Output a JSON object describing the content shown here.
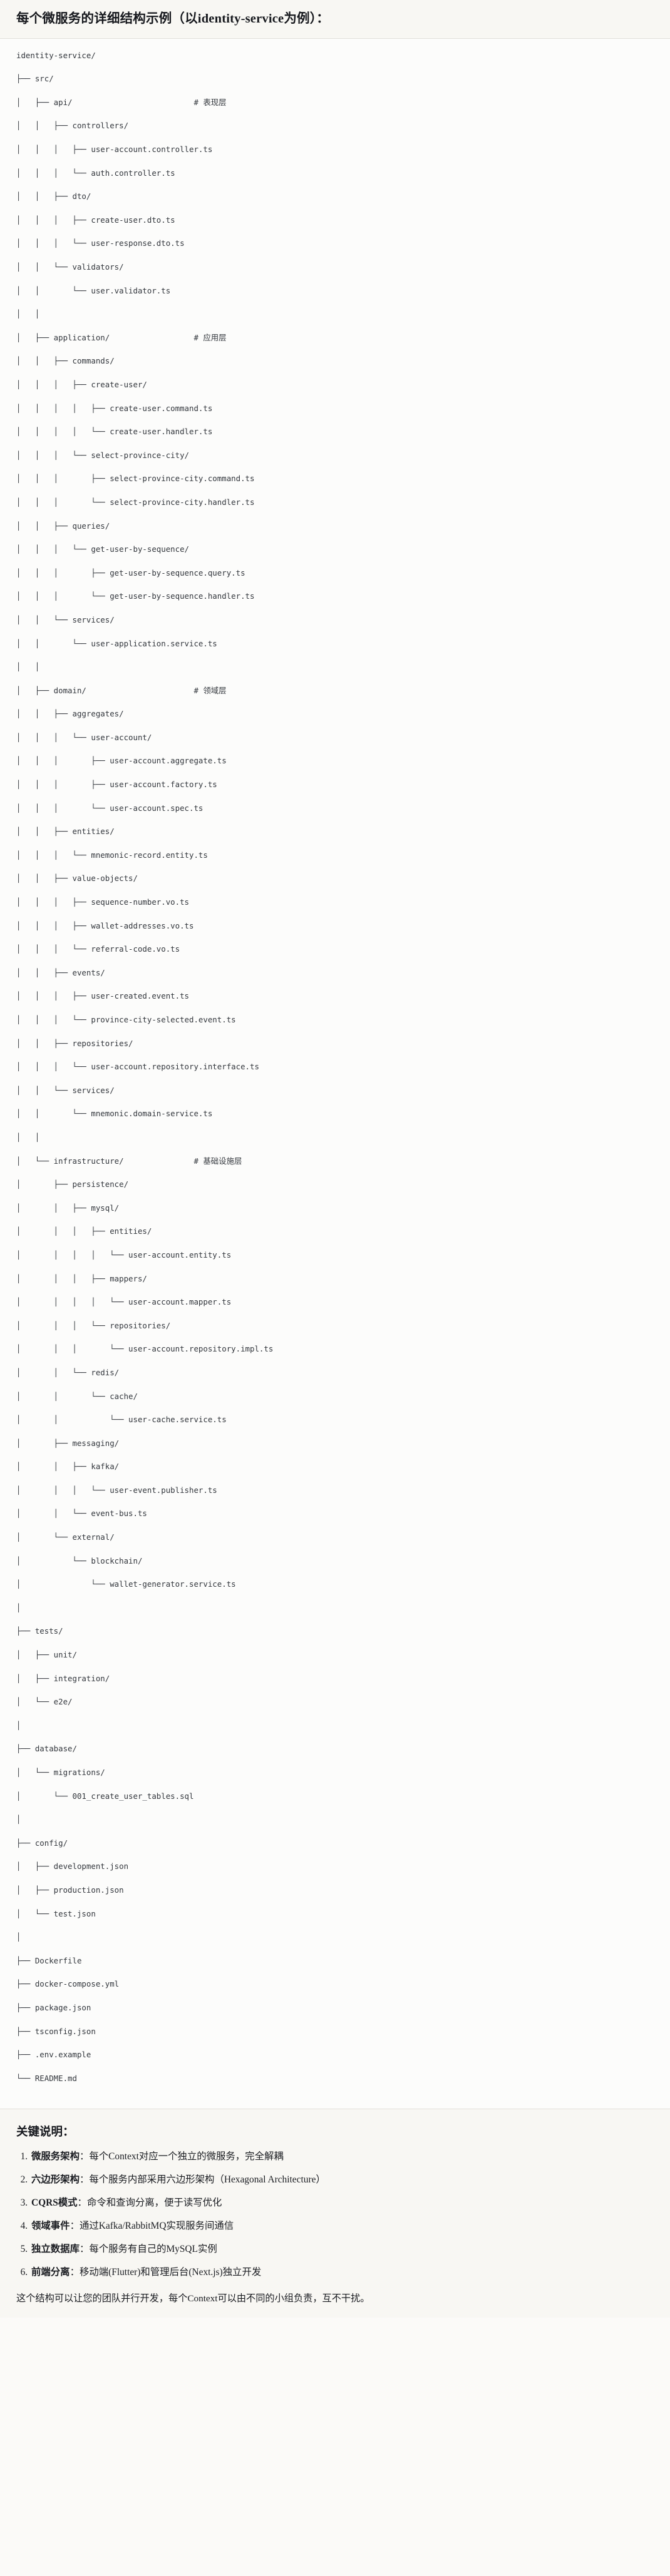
{
  "header": {
    "title": "每个微服务的详细结构示例（以identity-service为例）："
  },
  "tree": {
    "root": "identity-service/",
    "lines": [
      "identity-service/",
      "├── src/",
      "│   ├── api/                          # 表现层",
      "│   │   ├── controllers/",
      "│   │   │   ├── user-account.controller.ts",
      "│   │   │   └── auth.controller.ts",
      "│   │   ├── dto/",
      "│   │   │   ├── create-user.dto.ts",
      "│   │   │   └── user-response.dto.ts",
      "│   │   └── validators/",
      "│   │       └── user.validator.ts",
      "│   │",
      "│   ├── application/                  # 应用层",
      "│   │   ├── commands/",
      "│   │   │   ├── create-user/",
      "│   │   │   │   ├── create-user.command.ts",
      "│   │   │   │   └── create-user.handler.ts",
      "│   │   │   └── select-province-city/",
      "│   │   │       ├── select-province-city.command.ts",
      "│   │   │       └── select-province-city.handler.ts",
      "│   │   ├── queries/",
      "│   │   │   └── get-user-by-sequence/",
      "│   │   │       ├── get-user-by-sequence.query.ts",
      "│   │   │       └── get-user-by-sequence.handler.ts",
      "│   │   └── services/",
      "│   │       └── user-application.service.ts",
      "│   │",
      "│   ├── domain/                       # 领域层",
      "│   │   ├── aggregates/",
      "│   │   │   └── user-account/",
      "│   │   │       ├── user-account.aggregate.ts",
      "│   │   │       ├── user-account.factory.ts",
      "│   │   │       └── user-account.spec.ts",
      "│   │   ├── entities/",
      "│   │   │   └── mnemonic-record.entity.ts",
      "│   │   ├── value-objects/",
      "│   │   │   ├── sequence-number.vo.ts",
      "│   │   │   ├── wallet-addresses.vo.ts",
      "│   │   │   └── referral-code.vo.ts",
      "│   │   ├── events/",
      "│   │   │   ├── user-created.event.ts",
      "│   │   │   └── province-city-selected.event.ts",
      "│   │   ├── repositories/",
      "│   │   │   └── user-account.repository.interface.ts",
      "│   │   └── services/",
      "│   │       └── mnemonic.domain-service.ts",
      "│   │",
      "│   └── infrastructure/               # 基础设施层",
      "│       ├── persistence/",
      "│       │   ├── mysql/",
      "│       │   │   ├── entities/",
      "│       │   │   │   └── user-account.entity.ts",
      "│       │   │   ├── mappers/",
      "│       │   │   │   └── user-account.mapper.ts",
      "│       │   │   └── repositories/",
      "│       │   │       └── user-account.repository.impl.ts",
      "│       │   └── redis/",
      "│       │       └── cache/",
      "│       │           └── user-cache.service.ts",
      "│       ├── messaging/",
      "│       │   ├── kafka/",
      "│       │   │   └── user-event.publisher.ts",
      "│       │   └── event-bus.ts",
      "│       └── external/",
      "│           └── blockchain/",
      "│               └── wallet-generator.service.ts",
      "│",
      "├── tests/",
      "│   ├── unit/",
      "│   ├── integration/",
      "│   └── e2e/",
      "│",
      "├── database/",
      "│   └── migrations/",
      "│       └── 001_create_user_tables.sql",
      "│",
      "├── config/",
      "│   ├── development.json",
      "│   ├── production.json",
      "│   └── test.json",
      "│",
      "├── Dockerfile",
      "├── docker-compose.yml",
      "├── package.json",
      "├── tsconfig.json",
      "├── .env.example",
      "└── README.md"
    ],
    "layer_comments": [
      "# 表现层",
      "# 应用层",
      "# 领域层",
      "# 基础设施层"
    ]
  },
  "notes": {
    "heading": "关键说明：",
    "items": [
      {
        "label": "微服务架构",
        "text": "：每个Context对应一个独立的微服务，完全解耦"
      },
      {
        "label": "六边形架构",
        "text": "：每个服务内部采用六边形架构（Hexagonal Architecture）"
      },
      {
        "label": "CQRS模式",
        "text": "：命令和查询分离，便于读写优化"
      },
      {
        "label": "领域事件",
        "text": "：通过Kafka/RabbitMQ实现服务间通信"
      },
      {
        "label": "独立数据库",
        "text": "：每个服务有自己的MySQL实例"
      },
      {
        "label": "前端分离",
        "text": "：移动端(Flutter)和管理后台(Next.js)独立开发"
      }
    ],
    "closing": "这个结构可以让您的团队并行开发，每个Context可以由不同的小组负责，互不干扰。"
  },
  "colors": {
    "page_background": "#fbfaf8",
    "header_background": "#f8f7f3",
    "code_background": "#fcfcfb",
    "text": "#1a1a1a",
    "code_text": "#33373d",
    "divider": "#e2e0da"
  }
}
